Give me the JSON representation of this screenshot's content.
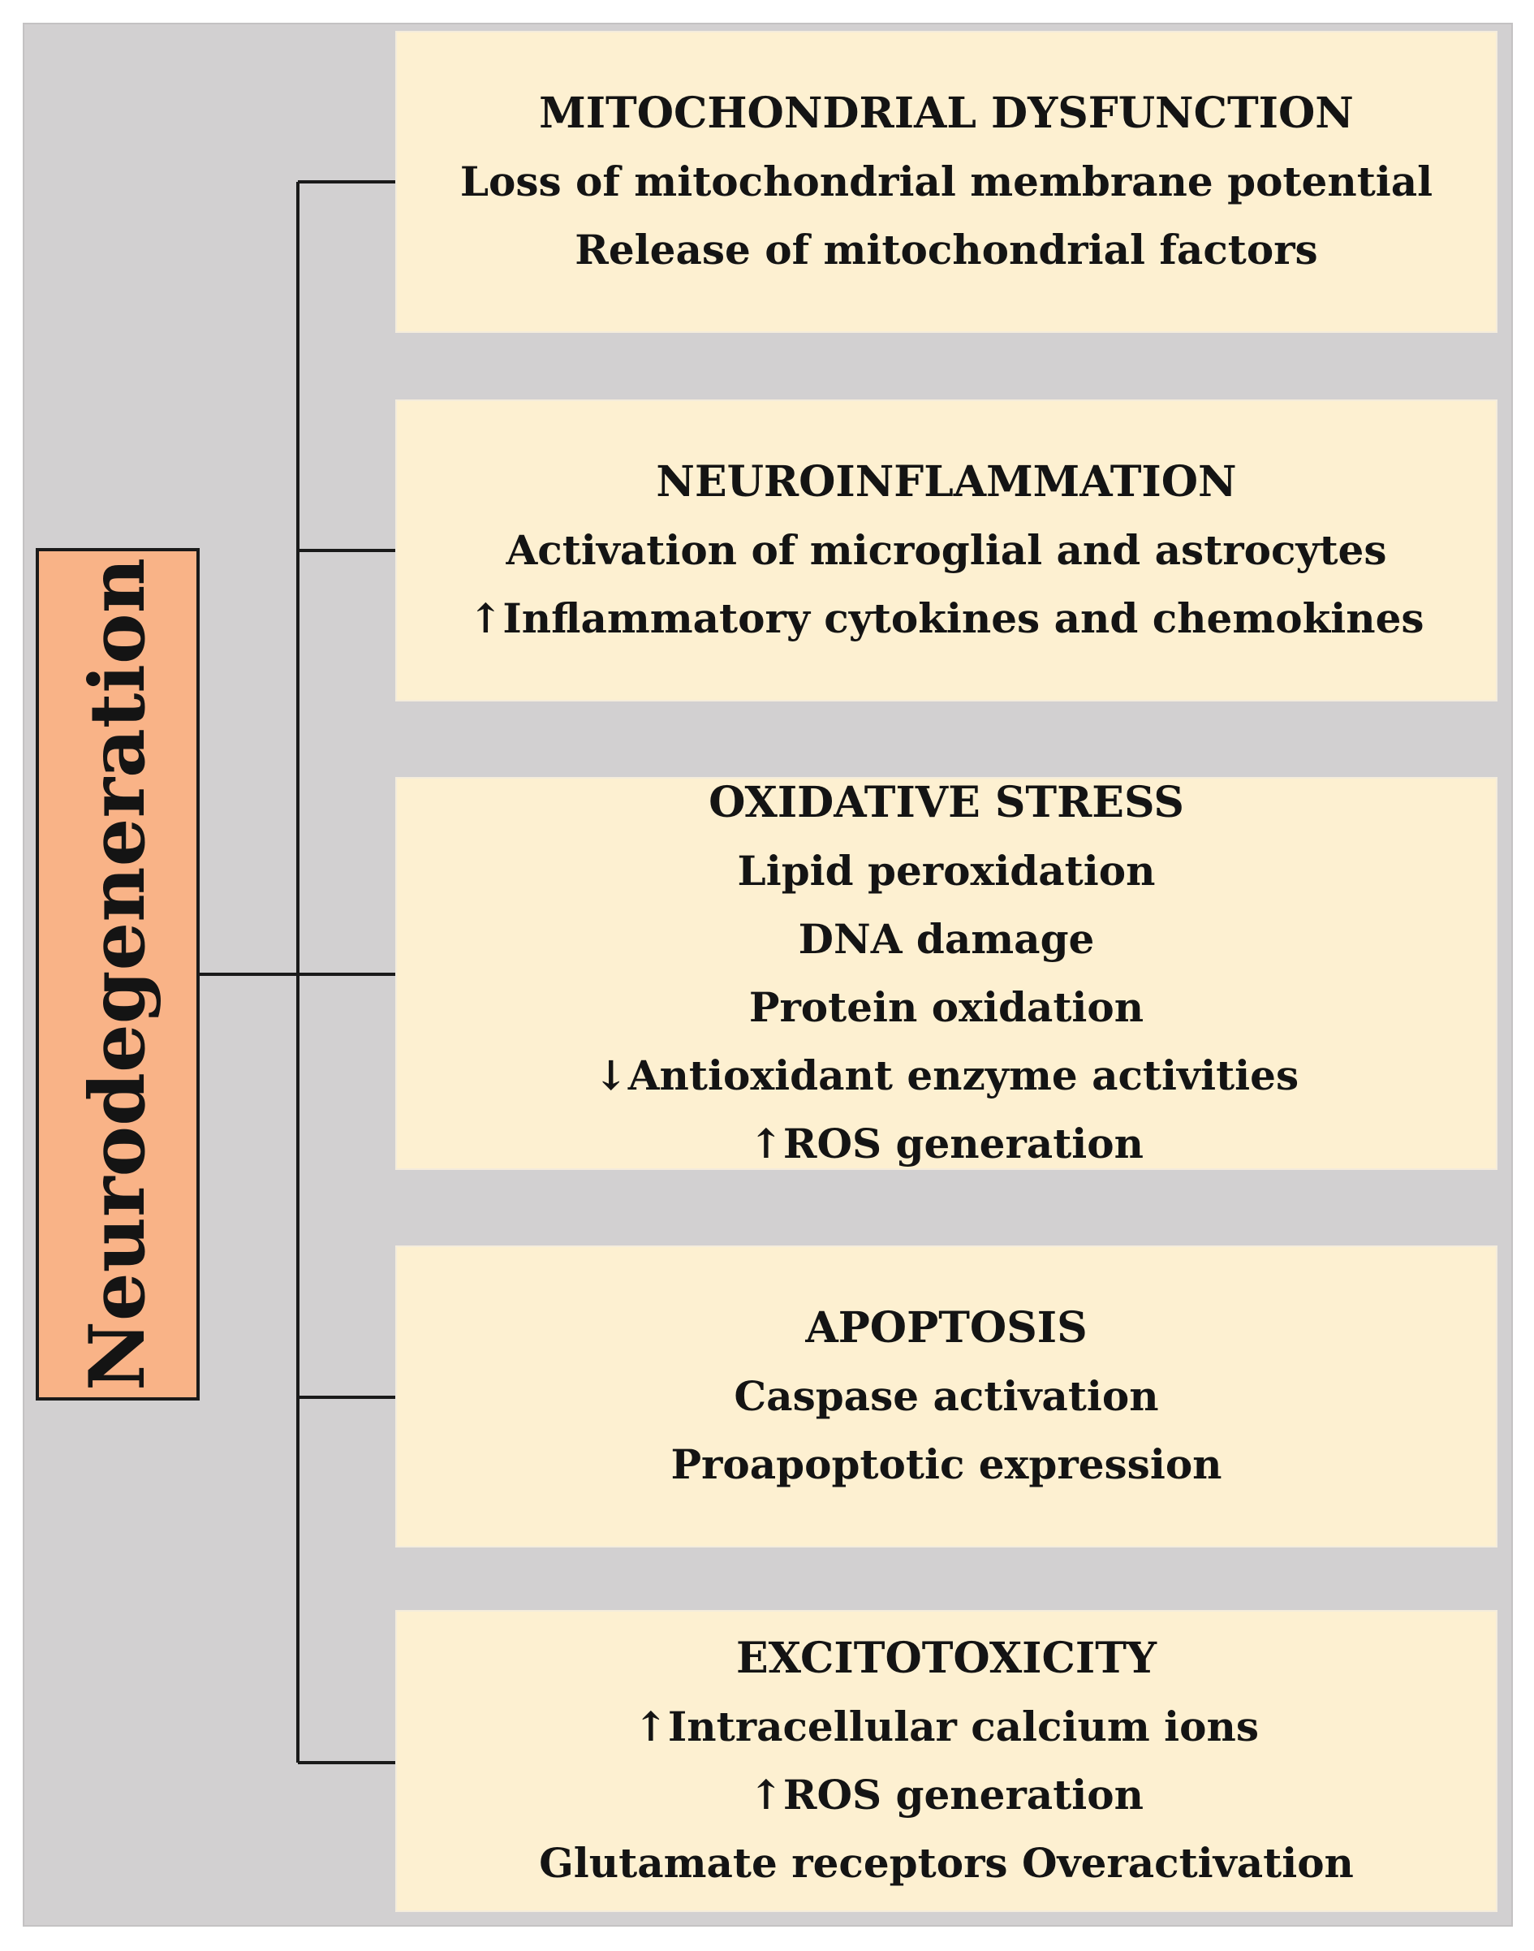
{
  "root": {
    "label": "Neurodegeneration"
  },
  "categories": [
    {
      "title": "MITOCHONDRIAL DYSFUNCTION",
      "items": [
        "Loss of mitochondrial membrane potential",
        "Release of mitochondrial factors"
      ]
    },
    {
      "title": "NEUROINFLAMMATION",
      "items": [
        "Activation of microglial and astrocytes",
        "↑Inflammatory cytokines and chemokines"
      ]
    },
    {
      "title": "OXIDATIVE STRESS",
      "items": [
        "Lipid peroxidation",
        "DNA damage",
        "Protein oxidation",
        "↓Antioxidant enzyme activities",
        "↑ROS generation"
      ]
    },
    {
      "title": "APOPTOSIS",
      "items": [
        "Caspase activation",
        "Proapoptotic expression"
      ]
    },
    {
      "title": "EXCITOTOXICITY",
      "items": [
        "↑Intracellular calcium ions",
        "↑ROS generation",
        "Glutamate receptors Overactivation"
      ]
    }
  ],
  "colors": {
    "background": "#d2d0d1",
    "root_fill": "#f9b387",
    "category_fill": "#fdf0d1",
    "line": "#1a1a1a"
  }
}
